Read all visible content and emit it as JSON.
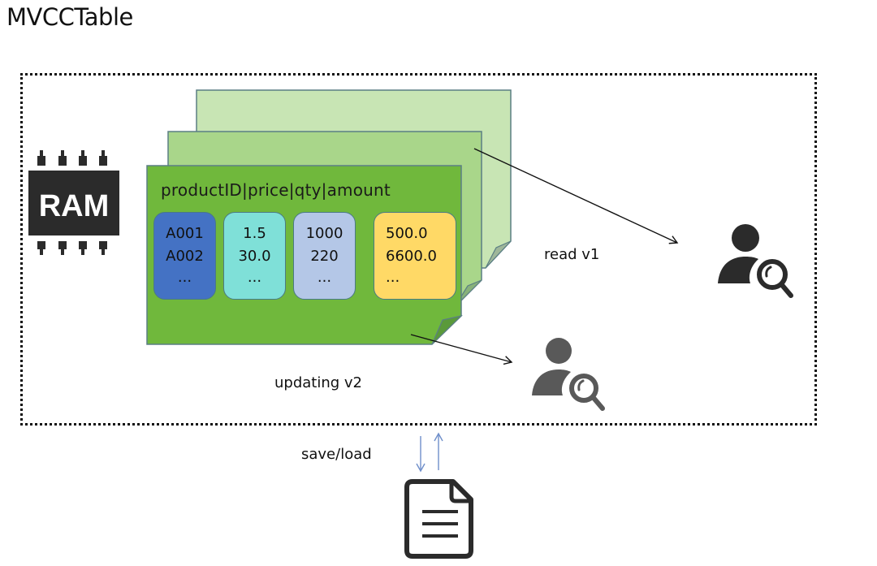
{
  "title": "MVCCTable",
  "ram_chip": {
    "icon": "ram-chip-icon",
    "label": "RAM"
  },
  "table_versions": {
    "count": 3,
    "header": "productID|price|qty|amount",
    "columns": [
      {
        "name": "productID",
        "values": [
          "A001",
          "A002",
          "..."
        ],
        "color": "#4472c4"
      },
      {
        "name": "price",
        "values": [
          "1.5",
          "30.0",
          "..."
        ],
        "color": "#7fe0d8"
      },
      {
        "name": "qty",
        "values": [
          "1000",
          "220",
          "..."
        ],
        "color": "#b4c7e7"
      },
      {
        "name": "amount",
        "values": [
          "500.0",
          "6600.0",
          "..."
        ],
        "color": "#ffd966"
      }
    ],
    "colors": {
      "front": "#70b83c",
      "middle": "#a9d68a",
      "back": "#c8e5b4",
      "border": "#5b7f84"
    }
  },
  "labels": {
    "read": "read v1",
    "updating": "updating v2",
    "save_load": "save/load"
  },
  "readers": [
    {
      "icon": "user-search-icon",
      "color": "#2b2b2b",
      "role": "reader of v1"
    },
    {
      "icon": "user-search-icon",
      "color": "#595959",
      "role": "reader of v2"
    }
  ],
  "storage": {
    "icon": "document-icon",
    "arrow_color": "#6f8fca"
  }
}
